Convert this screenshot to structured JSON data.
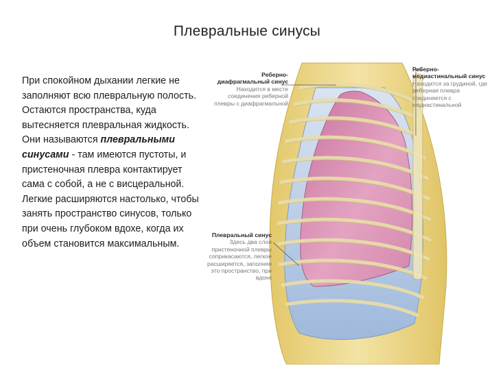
{
  "slide": {
    "title": "Плевральные синусы",
    "text_before": "При спокойном дыхании легкие не заполняют всю плевральную полость. Остаются пространства, куда вытесняется плевральная жидкость. Они называются ",
    "text_emphasis": "плевральными синусами",
    "text_after": " - там имеются пустоты, и пристеночная плевра контактирует сама с собой, а не с висцеральной. Легкие расширяются настолько, чтобы занять пространство синусов, только при очень глубоком вдохе, когда их объем становится максимальным."
  },
  "figure": {
    "callouts": [
      {
        "name": "Реберно-диафрагмальный синус",
        "desc": "Находится в месте соединения реберной плевры с диафрагмальной"
      },
      {
        "name": "Реберно-медиастинальный синус",
        "desc": "Находится за грудиной, где реберная плевра соединяется с медиастинальной"
      },
      {
        "name": "Плевральный синус",
        "desc": "Здесь два слоя пристеночной плевры соприкасаются, легкое расширяется, заполняя это пространство, при вдохе"
      }
    ],
    "colors": {
      "body_fat": "#ecd98a",
      "ribs": "#f4efd0",
      "lung": "#d98aae",
      "pleura": "#b8cde8",
      "leader_lines": "#555555"
    }
  }
}
